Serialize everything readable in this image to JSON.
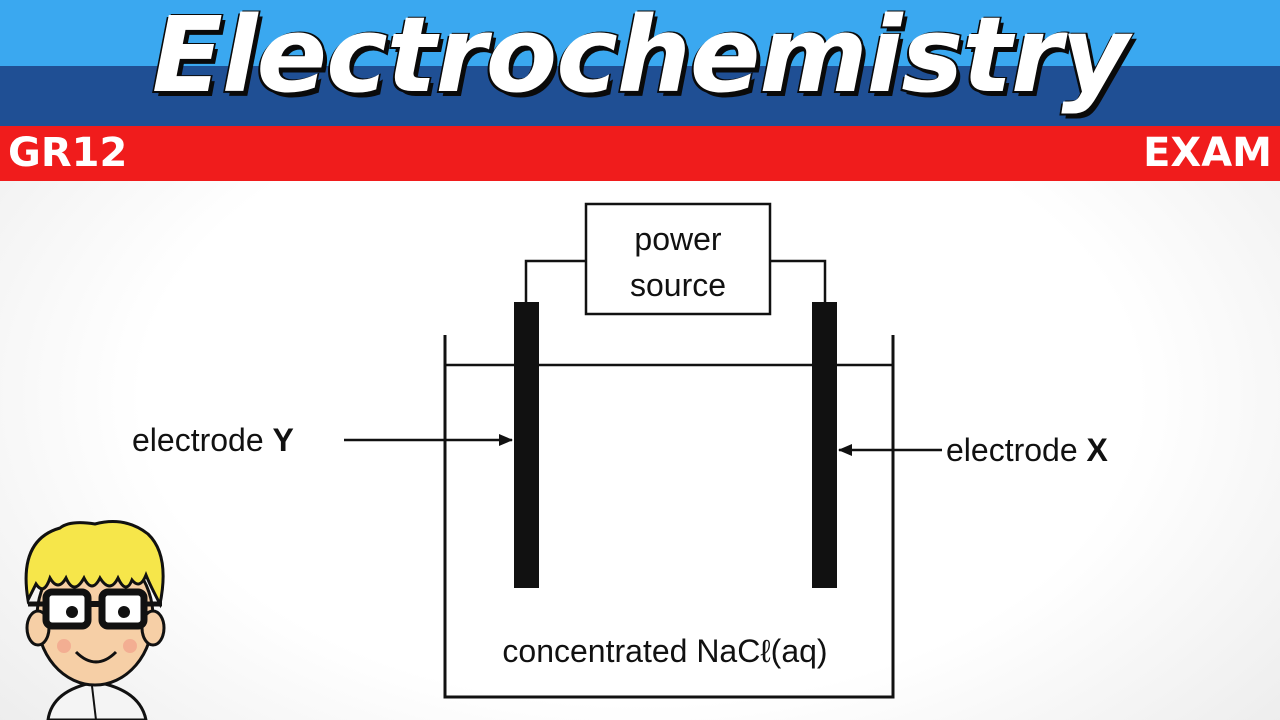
{
  "header": {
    "title": "Electrochemistry",
    "left_tag": "GR12",
    "right_tag": "EXAM"
  },
  "diagram": {
    "power_source": {
      "line1": "power",
      "line2": "source"
    },
    "electrode_y": {
      "text": "electrode ",
      "letter": "Y"
    },
    "electrode_x": {
      "text": "electrode ",
      "letter": "X"
    },
    "solution_label": "concentrated NaCℓ(aq)"
  },
  "mascot": {
    "icon": "cartoon-scientist-icon"
  },
  "colors": {
    "light_blue": "#3aa8f0",
    "dark_blue": "#1f4f94",
    "red": "#f01c1c",
    "ink": "#111111"
  }
}
